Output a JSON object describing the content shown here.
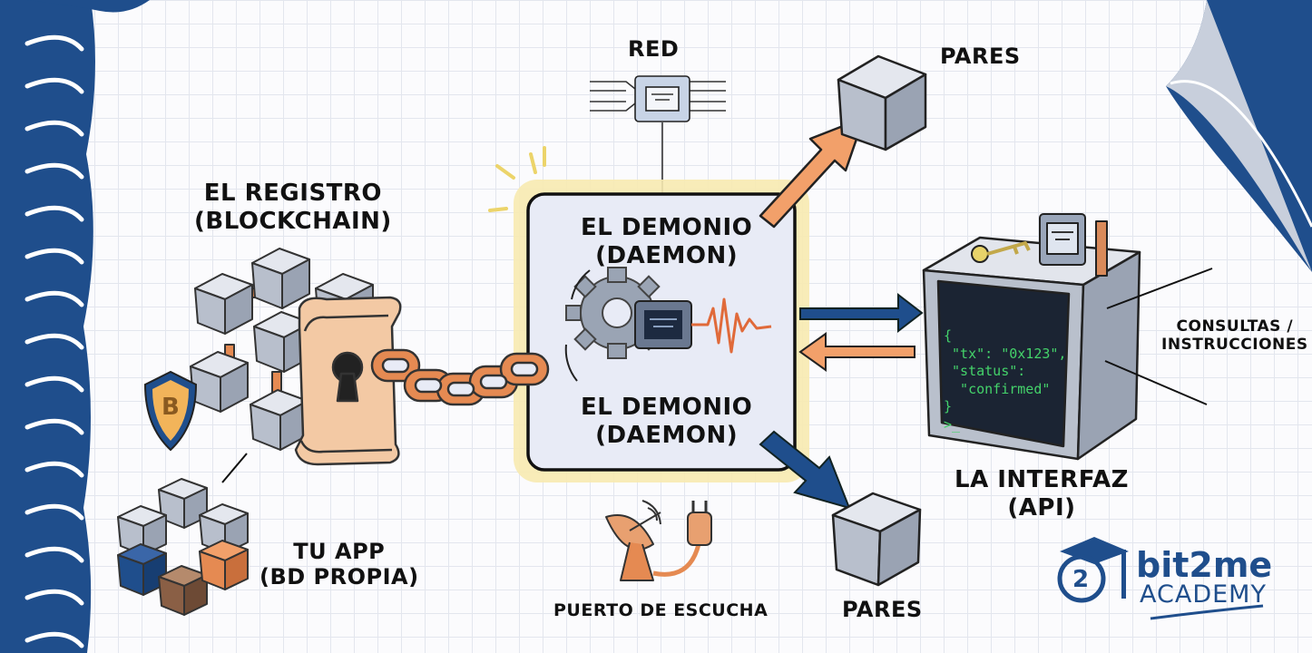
{
  "labels": {
    "registro": [
      "EL REGISTRO",
      "(BLOCKCHAIN)"
    ],
    "demonio_top": [
      "EL DEMONIO",
      "(DAEMON)"
    ],
    "demonio_bottom": [
      "EL DEMONIO",
      "(DAEMON)"
    ],
    "red": "RED",
    "pares_top": "PARES",
    "pares_bottom": "PARES",
    "interfaz": [
      "LA INTERFAZ",
      "(API)"
    ],
    "consultas": [
      "CONSULTAS /",
      "INSTRUCCIONES"
    ],
    "tu_app": [
      "TU APP",
      "(BD PROPIA)"
    ],
    "puerto": "PUERTO DE ESCUCHA"
  },
  "terminal": {
    "lines": [
      "{",
      " \"tx\": \"0x123\",",
      " \"status\":",
      "  \"confirmed\"",
      "}",
      ">_"
    ]
  },
  "shield_symbol": "B",
  "logo": {
    "badge": "2",
    "name": "bit2me",
    "sub": "ACADEMY"
  },
  "colors": {
    "navy": "#1f4e8c",
    "orange": "#f2a06a",
    "copper": "#e58a52",
    "panel": "#e8ebf6",
    "glow": "#f6e6a0",
    "terminal_text": "#44d26a"
  }
}
